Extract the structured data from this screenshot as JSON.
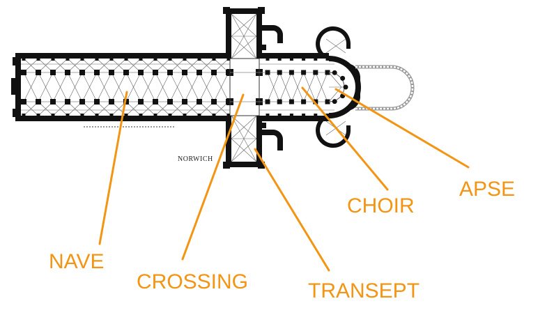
{
  "plan": {
    "caption": "NORWICH"
  },
  "labels": {
    "nave": "NAVE",
    "crossing": "CROSSING",
    "transept": "TRANSEPT",
    "choir": "CHOIR",
    "apse": "APSE"
  },
  "colors": {
    "label_color": "#f39412",
    "wall_color": "#111111"
  }
}
